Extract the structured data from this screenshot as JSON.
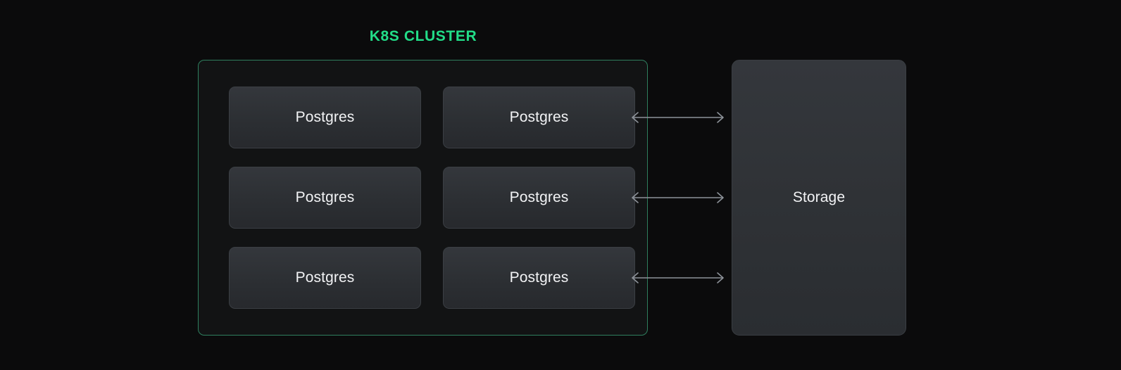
{
  "diagram": {
    "title": "K8S CLUSTER",
    "cluster": {
      "label": "K8S CLUSTER",
      "nodes": [
        {
          "label": "Postgres"
        },
        {
          "label": "Postgres"
        },
        {
          "label": "Postgres"
        },
        {
          "label": "Postgres"
        },
        {
          "label": "Postgres"
        },
        {
          "label": "Postgres"
        }
      ]
    },
    "storage": {
      "label": "Storage"
    },
    "connectors": [
      {
        "direction": "bidirectional"
      },
      {
        "direction": "bidirectional"
      },
      {
        "direction": "bidirectional"
      }
    ],
    "colors": {
      "background": "#0b0b0c",
      "cluster_border": "#2f7f5e",
      "cluster_fill": "#121314",
      "title_accent": "#22dd88",
      "node_fill": "#2f3236",
      "node_border": "#3b3f44",
      "node_text": "#f2f3f5",
      "storage_fill": "#2f3236",
      "storage_border": "#3a3e43",
      "arrow": "#8d9299"
    }
  }
}
